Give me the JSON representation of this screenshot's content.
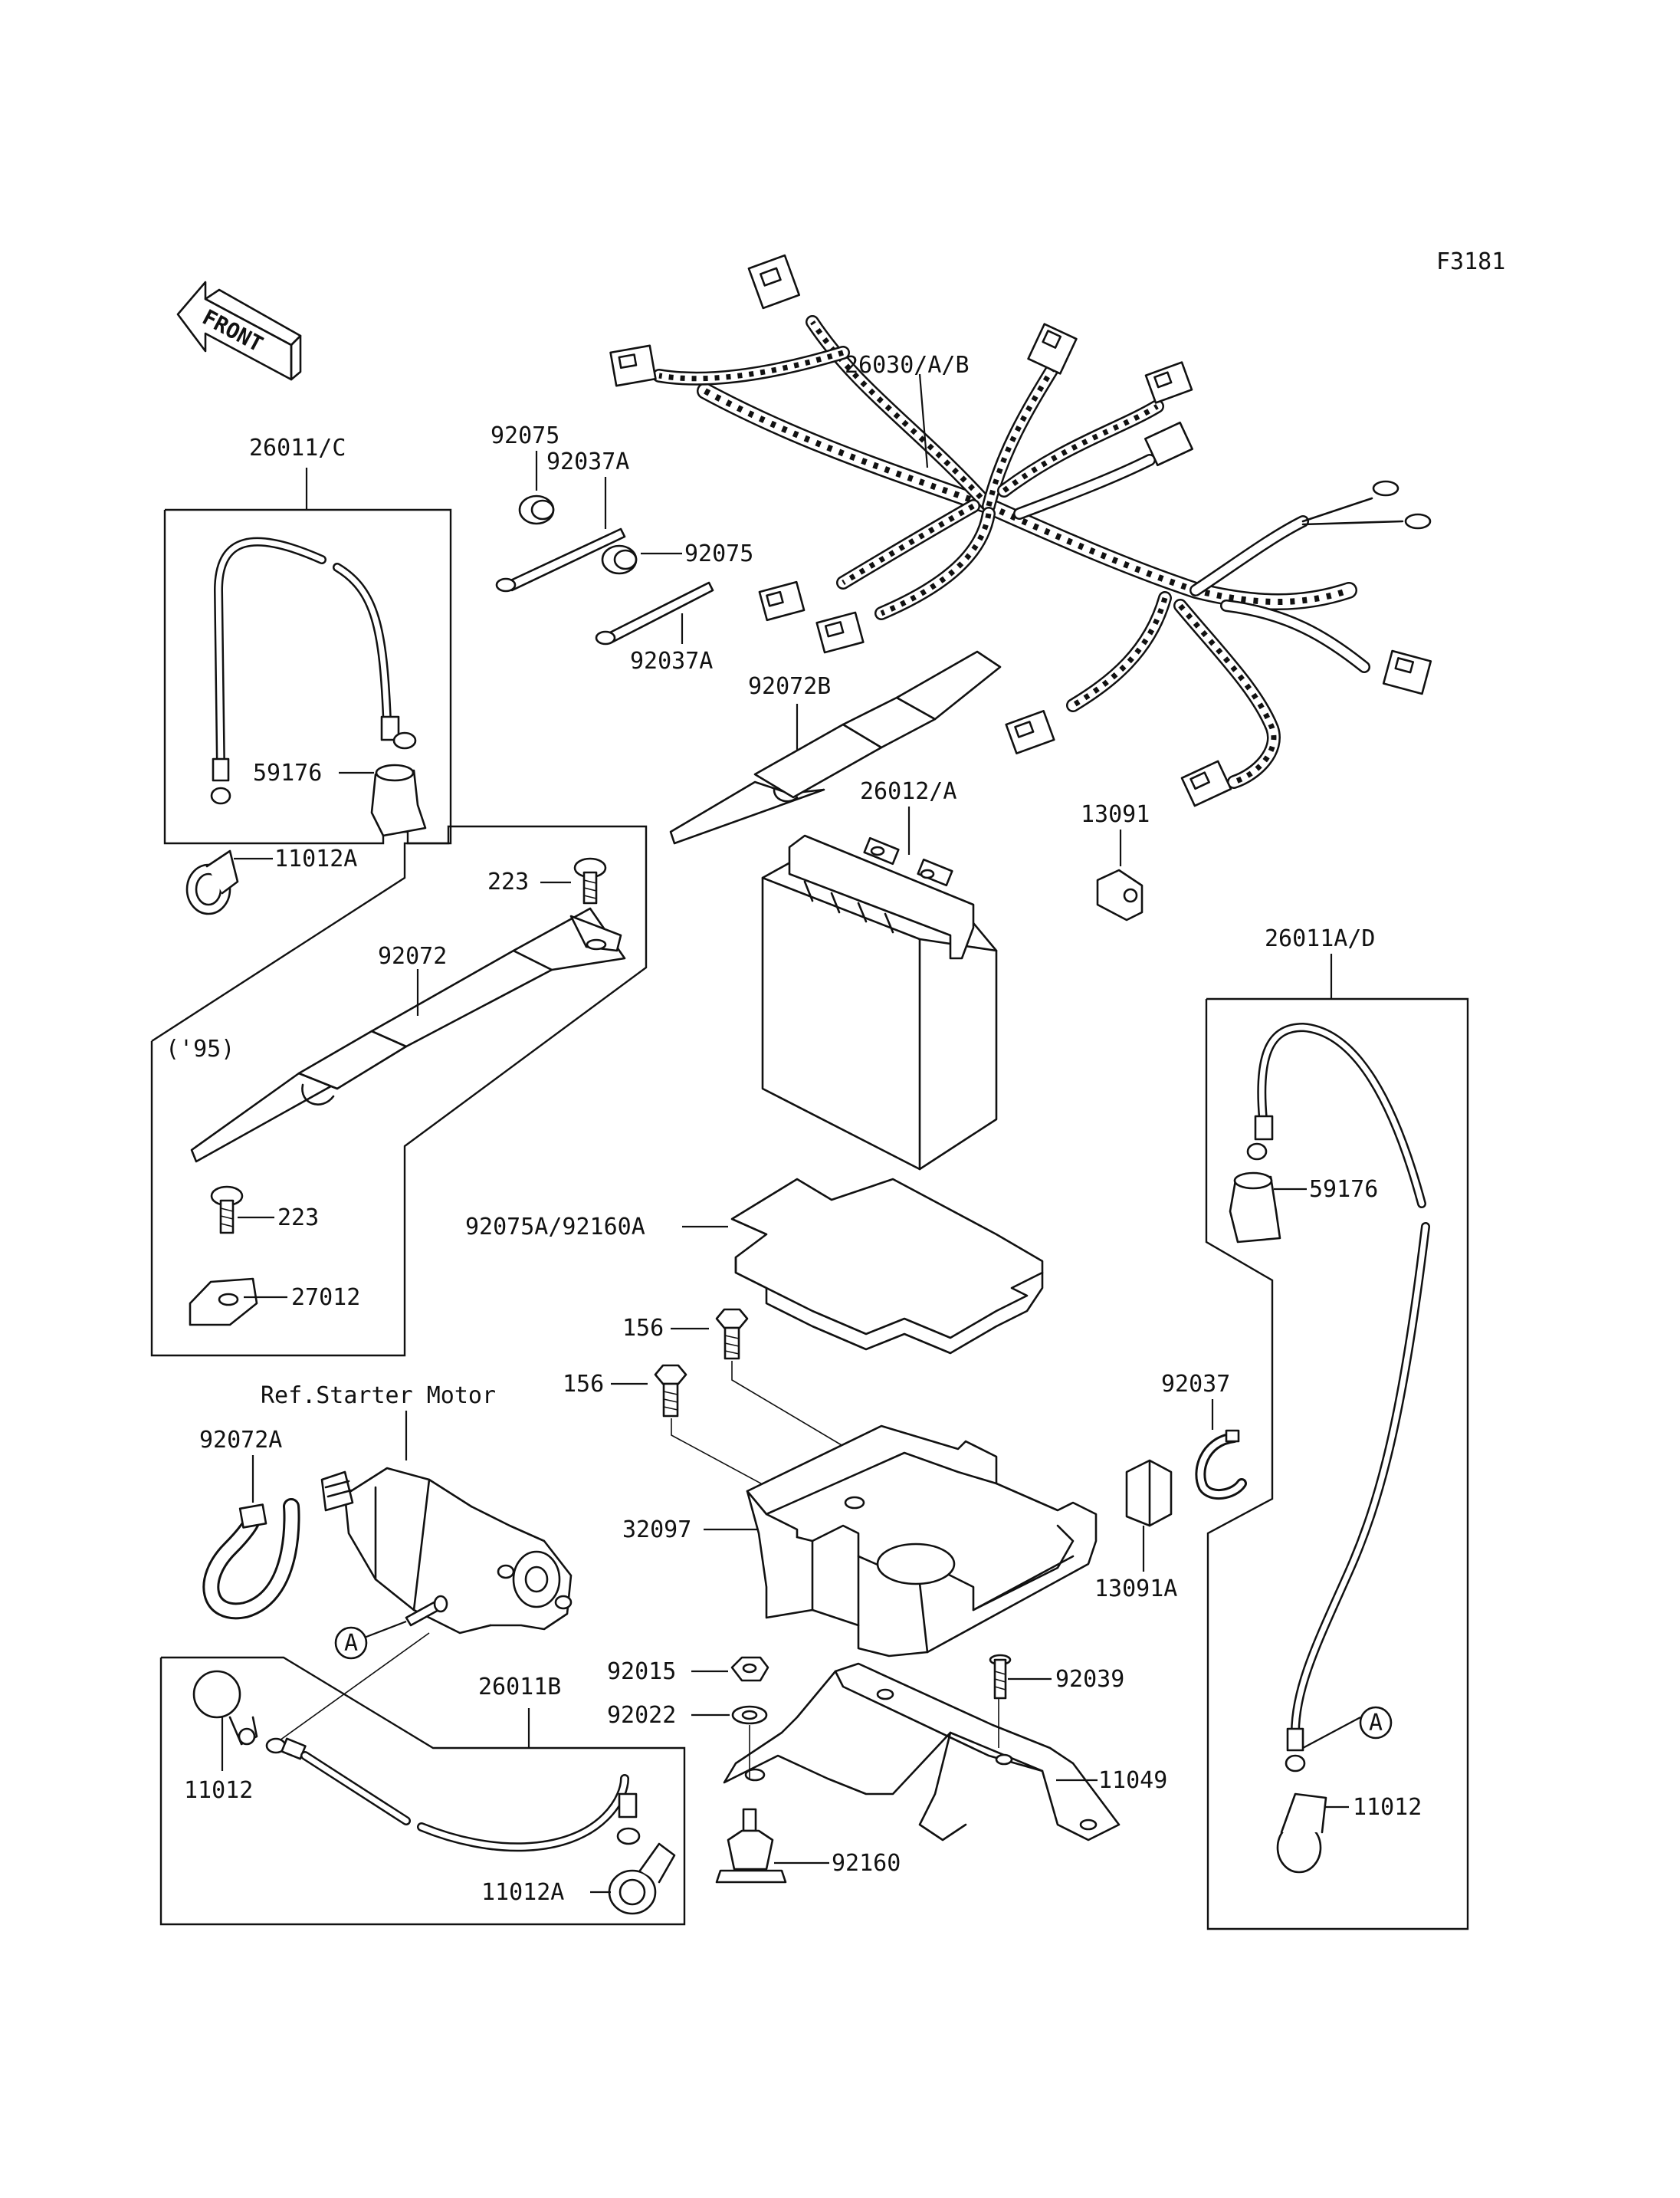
{
  "figure_code": "F3181",
  "front_label": "FRONT",
  "labels": {
    "harness": "26030/A/B",
    "battery_cable_c": "26011/C",
    "battery_cable_ad": "26011A/D",
    "battery_cable_b": "26011B",
    "grommet_top": "92075",
    "grommet_mid": "92075",
    "band_top": "92037A",
    "band_mid": "92037A",
    "strap_b": "92072B",
    "battery": "26012/A",
    "clamp_13091": "13091",
    "cap_left": "59176",
    "cap_right": "59176",
    "boot_left": "11012A",
    "boot_bottom": "11012A",
    "screw_top": "223",
    "screw_low": "223",
    "strap_95": "92072",
    "year_note": "('95)",
    "bracket_27012": "27012",
    "pad": "92075A/92160A",
    "bolt_upper": "156",
    "bolt_lower": "156",
    "ref_starter": "Ref.Starter Motor",
    "strap_a": "92072A",
    "clamp_92037": "92037",
    "case": "32097",
    "cap_13091a": "13091A",
    "nut": "92015",
    "washer": "92022",
    "stud": "92039",
    "tray": "11049",
    "damper": "92160",
    "cover_left": "11012",
    "cover_right": "11012",
    "marker_a_left": "A",
    "marker_a_right": "A"
  }
}
